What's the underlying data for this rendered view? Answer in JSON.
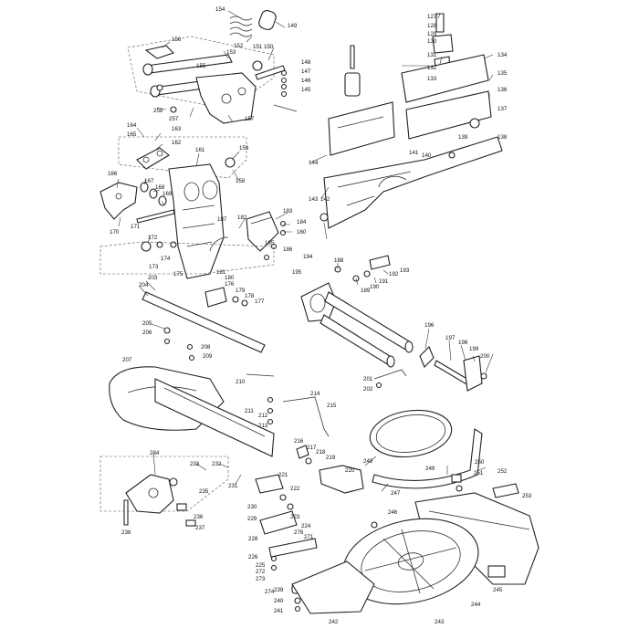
{
  "diagram": {
    "callouts": [
      {
        "id": "c154",
        "text": "154"
      },
      {
        "id": "c149",
        "text": "149"
      },
      {
        "id": "c156",
        "text": "156"
      },
      {
        "id": "c152",
        "text": "152"
      },
      {
        "id": "c153",
        "text": "153"
      },
      {
        "id": "c151",
        "text": "151"
      },
      {
        "id": "c150",
        "text": "150"
      },
      {
        "id": "c155",
        "text": "155"
      },
      {
        "id": "c148",
        "text": "148"
      },
      {
        "id": "c147",
        "text": "147"
      },
      {
        "id": "c146",
        "text": "146"
      },
      {
        "id": "c145",
        "text": "145"
      },
      {
        "id": "c258",
        "text": "258"
      },
      {
        "id": "c257",
        "text": "257"
      },
      {
        "id": "c157",
        "text": "157"
      },
      {
        "id": "c164",
        "text": "164"
      },
      {
        "id": "c165",
        "text": "165"
      },
      {
        "id": "c163",
        "text": "163"
      },
      {
        "id": "c162",
        "text": "162"
      },
      {
        "id": "c161",
        "text": "161"
      },
      {
        "id": "c159",
        "text": "159"
      },
      {
        "id": "c158",
        "text": "158"
      },
      {
        "id": "c166",
        "text": "166"
      },
      {
        "id": "c167",
        "text": "167"
      },
      {
        "id": "c168",
        "text": "168"
      },
      {
        "id": "c169",
        "text": "169"
      },
      {
        "id": "c171",
        "text": "171"
      },
      {
        "id": "c170",
        "text": "170"
      },
      {
        "id": "c172",
        "text": "172"
      },
      {
        "id": "c174",
        "text": "174"
      },
      {
        "id": "c173",
        "text": "173"
      },
      {
        "id": "c175",
        "text": "175"
      },
      {
        "id": "c183",
        "text": "183"
      },
      {
        "id": "c184",
        "text": "184"
      },
      {
        "id": "c160",
        "text": "160"
      },
      {
        "id": "c182",
        "text": "182"
      },
      {
        "id": "c187",
        "text": "187"
      },
      {
        "id": "c186",
        "text": "186"
      },
      {
        "id": "c185",
        "text": "185"
      },
      {
        "id": "c181",
        "text": "181"
      },
      {
        "id": "c180",
        "text": "180"
      },
      {
        "id": "c176",
        "text": "176"
      },
      {
        "id": "c179",
        "text": "179"
      },
      {
        "id": "c178",
        "text": "178"
      },
      {
        "id": "c177",
        "text": "177"
      },
      {
        "id": "c203",
        "text": "203"
      },
      {
        "id": "c204",
        "text": "204"
      },
      {
        "id": "c205",
        "text": "205"
      },
      {
        "id": "c206",
        "text": "206"
      },
      {
        "id": "c208",
        "text": "208"
      },
      {
        "id": "c209",
        "text": "209"
      },
      {
        "id": "c207",
        "text": "207"
      },
      {
        "id": "c210",
        "text": "210"
      },
      {
        "id": "c211",
        "text": "211"
      },
      {
        "id": "c212",
        "text": "212"
      },
      {
        "id": "c213",
        "text": "213"
      },
      {
        "id": "c214",
        "text": "214"
      },
      {
        "id": "c215",
        "text": "215"
      },
      {
        "id": "c216",
        "text": "216"
      },
      {
        "id": "c217",
        "text": "217"
      },
      {
        "id": "c218",
        "text": "218"
      },
      {
        "id": "c219",
        "text": "219"
      },
      {
        "id": "c220",
        "text": "220"
      },
      {
        "id": "c233",
        "text": "233"
      },
      {
        "id": "c232",
        "text": "232"
      },
      {
        "id": "c234",
        "text": "234"
      },
      {
        "id": "c231",
        "text": "231"
      },
      {
        "id": "c221",
        "text": "221"
      },
      {
        "id": "c222",
        "text": "222"
      },
      {
        "id": "c230",
        "text": "230"
      },
      {
        "id": "c229",
        "text": "229"
      },
      {
        "id": "c223",
        "text": "223"
      },
      {
        "id": "c224",
        "text": "224"
      },
      {
        "id": "c228",
        "text": "228"
      },
      {
        "id": "c276",
        "text": "276"
      },
      {
        "id": "c271",
        "text": "271"
      },
      {
        "id": "c226",
        "text": "226"
      },
      {
        "id": "c225",
        "text": "225"
      },
      {
        "id": "c272",
        "text": "272"
      },
      {
        "id": "c273",
        "text": "273"
      },
      {
        "id": "c274",
        "text": "274"
      },
      {
        "id": "c235",
        "text": "235"
      },
      {
        "id": "c236",
        "text": "236"
      },
      {
        "id": "c237",
        "text": "237"
      },
      {
        "id": "c238",
        "text": "238"
      },
      {
        "id": "c239",
        "text": "239"
      },
      {
        "id": "c240",
        "text": "240"
      },
      {
        "id": "c241",
        "text": "241"
      },
      {
        "id": "c242",
        "text": "242"
      },
      {
        "id": "c243",
        "text": "243"
      },
      {
        "id": "c244",
        "text": "244"
      },
      {
        "id": "c245",
        "text": "245"
      },
      {
        "id": "c246",
        "text": "246"
      },
      {
        "id": "c247",
        "text": "247"
      },
      {
        "id": "c248",
        "text": "248"
      },
      {
        "id": "c249",
        "text": "249"
      },
      {
        "id": "c250",
        "text": "250"
      },
      {
        "id": "c251",
        "text": "251"
      },
      {
        "id": "c252",
        "text": "252"
      },
      {
        "id": "c253",
        "text": "253"
      },
      {
        "id": "c188",
        "text": "188"
      },
      {
        "id": "c189",
        "text": "189"
      },
      {
        "id": "c190",
        "text": "190"
      },
      {
        "id": "c191",
        "text": "191"
      },
      {
        "id": "c192",
        "text": "192"
      },
      {
        "id": "c193",
        "text": "193"
      },
      {
        "id": "c194",
        "text": "194"
      },
      {
        "id": "c195",
        "text": "195"
      },
      {
        "id": "c196",
        "text": "196"
      },
      {
        "id": "c197",
        "text": "197"
      },
      {
        "id": "c198",
        "text": "198"
      },
      {
        "id": "c199",
        "text": "199"
      },
      {
        "id": "c200",
        "text": "200"
      },
      {
        "id": "c201",
        "text": "201"
      },
      {
        "id": "c202",
        "text": "202"
      },
      {
        "id": "c127",
        "text": "127"
      },
      {
        "id": "c128",
        "text": "128"
      },
      {
        "id": "c129",
        "text": "129"
      },
      {
        "id": "c130",
        "text": "130"
      },
      {
        "id": "c131",
        "text": "131"
      },
      {
        "id": "c132",
        "text": "132"
      },
      {
        "id": "c133",
        "text": "133"
      },
      {
        "id": "c134",
        "text": "134"
      },
      {
        "id": "c135",
        "text": "135"
      },
      {
        "id": "c136",
        "text": "136"
      },
      {
        "id": "c137",
        "text": "137"
      },
      {
        "id": "c138",
        "text": "138"
      },
      {
        "id": "c139",
        "text": "139"
      },
      {
        "id": "c140",
        "text": "140"
      },
      {
        "id": "c141",
        "text": "141"
      },
      {
        "id": "c142",
        "text": "142"
      },
      {
        "id": "c143",
        "text": "143"
      },
      {
        "id": "c144",
        "text": "144"
      }
    ]
  }
}
